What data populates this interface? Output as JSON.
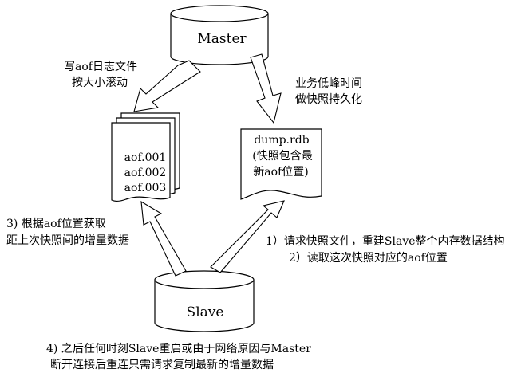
{
  "nodes": {
    "master": {
      "label": "Master"
    },
    "slave": {
      "label": "Slave"
    }
  },
  "aof_files": [
    "aof.001",
    "aof.002",
    "aof.003"
  ],
  "rdb_file": [
    "dump.rdb",
    "(快照包含最",
    "新aof位置)"
  ],
  "annotations": {
    "write_aof": [
      "写aof日志文件",
      "按大小滚动"
    ],
    "snapshot": [
      "业务低峰时间",
      "做快照持久化"
    ],
    "fetch_aof": [
      "3) 根据aof位置获取",
      "距上次快照间的增量数据"
    ],
    "request_snapshot": [
      "1）请求快照文件，重建Slave整个内存数据结构",
      "2）读取这次快照对应的aof位置"
    ],
    "restart": [
      "4) 之后任何时刻Slave重启或由于网络原因与Master",
      "断开连接后重连只需请求复制最新的增量数据"
    ]
  },
  "colors": {
    "stroke": "#000000",
    "fill": "#ffffff",
    "text": "#000000"
  }
}
